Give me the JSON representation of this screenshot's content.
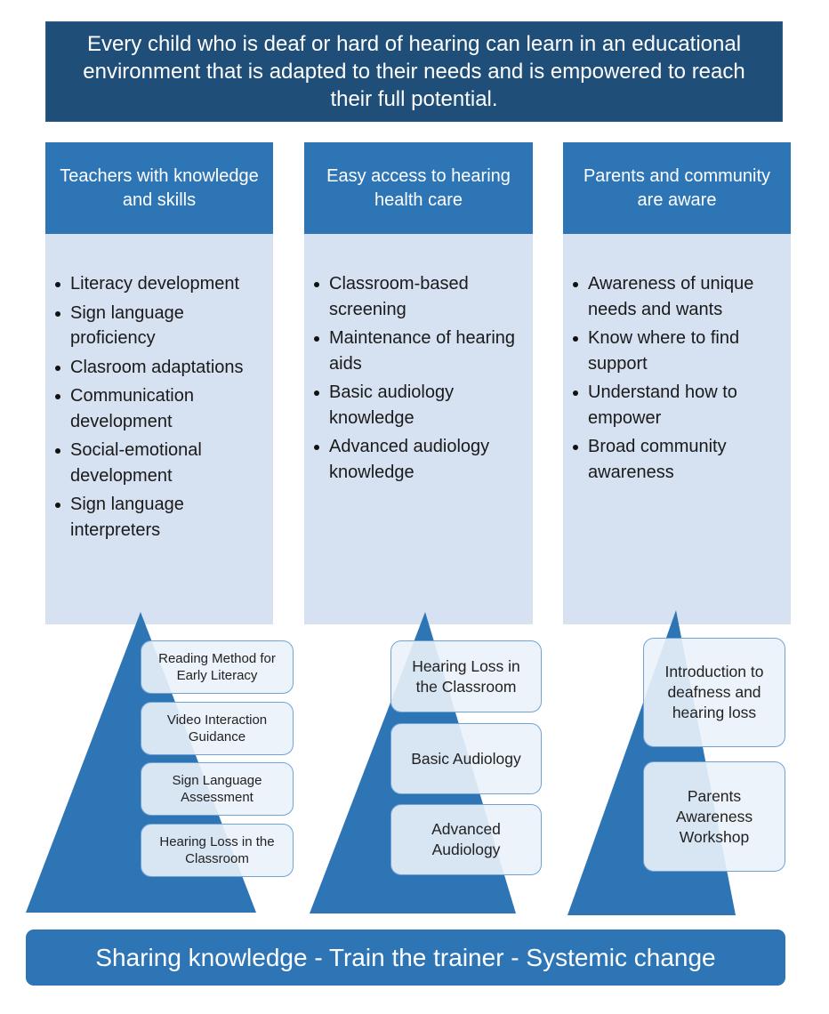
{
  "vision": "Every child who is deaf or hard of hearing can learn in an educational environment that is adapted to their needs and is empowered to reach their full potential.",
  "colors": {
    "vision_bg": "#1F4E79",
    "header_bg": "#2E75B6",
    "body_bg": "#D6E1F1",
    "pyramid": "#2E75B6",
    "box_border": "#6FA3D8"
  },
  "columns": [
    {
      "title": "Teachers with knowledge and skills",
      "items": [
        "Literacy development",
        "Sign language proficiency",
        "Clasroom adaptations",
        "Communication development",
        "Social-emotional development",
        "Sign language interpreters"
      ],
      "trainings": [
        "Reading Method for Early Literacy",
        "Video Interaction Guidance",
        "Sign Language Assessment",
        "Hearing Loss in the Classroom"
      ]
    },
    {
      "title": "Easy access to hearing health care",
      "items": [
        "Classroom-based screening",
        "Maintenance of hearing aids",
        "Basic audiology knowledge",
        "Advanced audiology knowledge"
      ],
      "trainings": [
        "Hearing Loss in the Classroom",
        "Basic Audiology",
        "Advanced Audiology"
      ]
    },
    {
      "title": "Parents and community are aware",
      "items": [
        "Awareness of unique needs and wants",
        "Know where to find support",
        "Understand how to empower",
        "Broad community awareness"
      ],
      "trainings": [
        "Introduction to deafness and hearing loss",
        "Parents Awareness Workshop"
      ]
    }
  ],
  "footer": "Sharing knowledge - Train the trainer - Systemic change"
}
